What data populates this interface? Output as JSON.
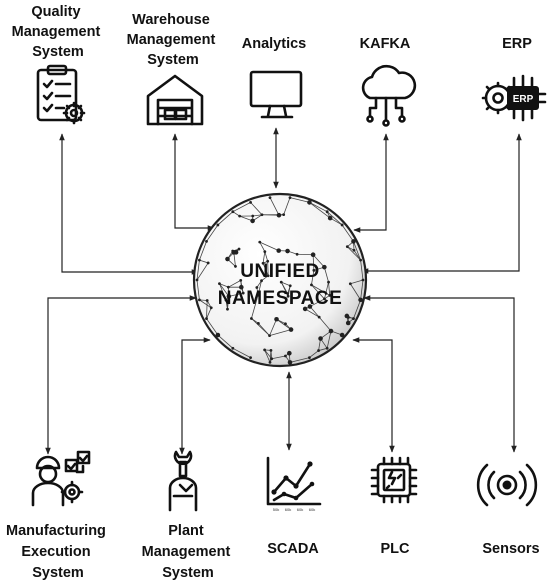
{
  "center": {
    "line1": "UNIFIED",
    "line2": "NAMESPACE"
  },
  "nodes": {
    "qms": {
      "lines": [
        "Quality",
        "Management",
        "System"
      ],
      "icon": "clipboard-gear-icon"
    },
    "wms": {
      "lines": [
        "Warehouse",
        "Management",
        "System"
      ],
      "icon": "warehouse-icon"
    },
    "analytics": {
      "lines": [
        "Analytics"
      ],
      "icon": "monitor-icon"
    },
    "kafka": {
      "lines": [
        "KAFKA"
      ],
      "icon": "cloud-network-icon"
    },
    "erp": {
      "lines": [
        "ERP"
      ],
      "icon": "erp-chip-gear-icon",
      "icon_text": "ERP"
    },
    "mes": {
      "lines": [
        "Manufacturing",
        "Execution",
        "System"
      ],
      "icon": "worker-gear-icon"
    },
    "pms": {
      "lines": [
        "Plant",
        "Management",
        "System"
      ],
      "icon": "wrench-person-icon"
    },
    "scada": {
      "lines": [
        "SCADA"
      ],
      "icon": "line-chart-icon",
      "icon_ticks": [
        "50k",
        "60k",
        "60k",
        "60k"
      ]
    },
    "plc": {
      "lines": [
        "PLC"
      ],
      "icon": "microchip-icon"
    },
    "sensors": {
      "lines": [
        "Sensors"
      ],
      "icon": "signal-waves-icon"
    }
  }
}
